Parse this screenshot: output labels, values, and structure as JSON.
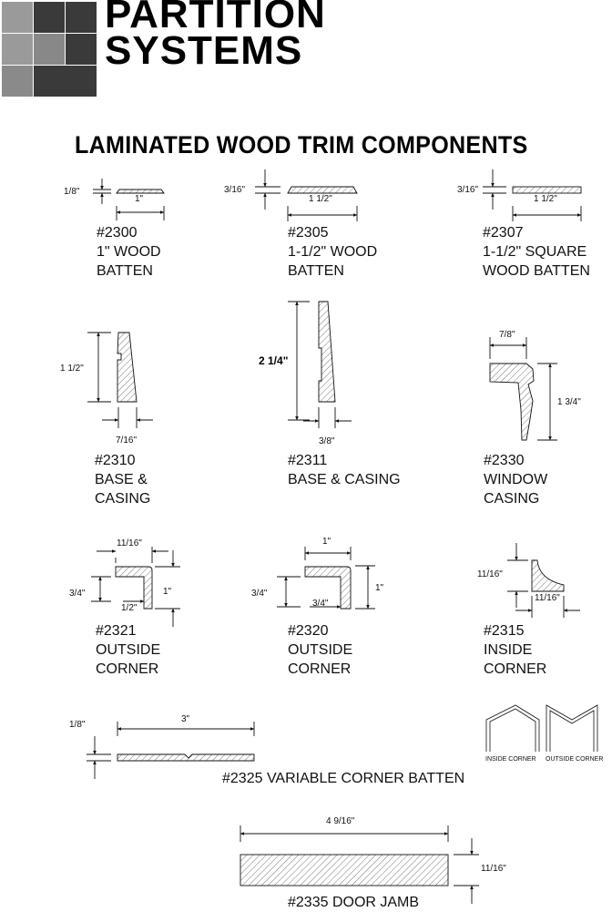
{
  "brand": {
    "line1": "PARTITION",
    "line2": "SYSTEMS"
  },
  "heading": "LAMINATED WOOD TRIM COMPONENTS",
  "colors": {
    "ink": "#111111",
    "logo_dark": "#3a3a3a",
    "logo_mid": "#666666",
    "logo_light": "#9a9a9a"
  },
  "parts": {
    "p2300": {
      "number": "#2300",
      "name1": "1\" WOOD",
      "name2": "BATTEN",
      "d_thick": "1/8\"",
      "d_width": "1\""
    },
    "p2305": {
      "number": "#2305",
      "name1": "1-1/2\" WOOD",
      "name2": "BATTEN",
      "d_thick": "3/16\"",
      "d_width": "1 1/2\""
    },
    "p2307": {
      "number": "#2307",
      "name1": "1-1/2\" SQUARE",
      "name2": "WOOD BATTEN",
      "d_thick": "3/16\"",
      "d_width": "1 1/2\""
    },
    "p2310": {
      "number": "#2310",
      "name1": "BASE &",
      "name2": "CASING",
      "d_height": "1 1/2\"",
      "d_width": "7/16\""
    },
    "p2311": {
      "number": "#2311",
      "name1": "BASE & CASING",
      "d_height": "2 1/4\"",
      "d_width": "3/8\""
    },
    "p2330": {
      "number": "#2330",
      "name1": "WINDOW",
      "name2": "CASING",
      "d_width": "7/8\"",
      "d_height": "1 3/4\""
    },
    "p2321": {
      "number": "#2321",
      "name1": "OUTSIDE",
      "name2": "CORNER",
      "d_top": "11/16\"",
      "d_left": "3/4\"",
      "d_right": "1\"",
      "d_bottom": "1/2\""
    },
    "p2320": {
      "number": "#2320",
      "name1": "OUTSIDE",
      "name2": "CORNER",
      "d_top": "1\"",
      "d_left": "3/4\"",
      "d_right": "1\"",
      "d_bottom": "3/4\""
    },
    "p2315": {
      "number": "#2315",
      "name1": "INSIDE",
      "name2": "CORNER",
      "d_left": "11/16\"",
      "d_bottom": "11/16\""
    },
    "p2325": {
      "label": "#2325 VARIABLE CORNER BATTEN",
      "d_thick": "1/8\"",
      "d_width": "3\"",
      "inside_label": "INSIDE CORNER",
      "outside_label": "OUTSIDE CORNER"
    },
    "p2335": {
      "label": "#2335 DOOR JAMB",
      "d_width": "4 9/16\"",
      "d_thick": "11/16\""
    }
  }
}
